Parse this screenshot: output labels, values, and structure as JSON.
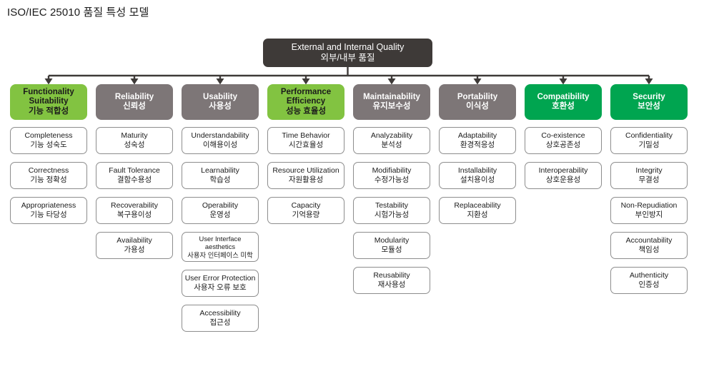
{
  "page": {
    "title": "ISO/IEC 25010 품질 특성 모델"
  },
  "colors": {
    "root": "#3e3a38",
    "light_green": "#82c341",
    "gray": "#7d7677",
    "bright_green": "#00a550",
    "box_border": "#8d8d8d",
    "connector": "#3e3a38",
    "text_dark": "#1b1b1b",
    "text_light": "#ffffff"
  },
  "root": {
    "en": "External and Internal Quality",
    "ko": "외부/내부 품질"
  },
  "categories": [
    {
      "id": "functionality-suitability",
      "en": "Functionality Suitability",
      "ko": "기능 적합성",
      "color": "#82c341",
      "text_color": "dark",
      "children": [
        {
          "en": "Completeness",
          "ko": "기능 성숙도"
        },
        {
          "en": "Correctness",
          "ko": "기능 정확성"
        },
        {
          "en": "Appropriateness",
          "ko": "기능 타당성"
        }
      ]
    },
    {
      "id": "reliability",
      "en": "Reliability",
      "ko": "신뢰성",
      "color": "#7d7677",
      "text_color": "light",
      "children": [
        {
          "en": "Maturity",
          "ko": "성숙성"
        },
        {
          "en": "Fault Tolerance",
          "ko": "결함수용성"
        },
        {
          "en": "Recoverability",
          "ko": "복구용이성"
        },
        {
          "en": "Availability",
          "ko": "가용성"
        }
      ]
    },
    {
      "id": "usability",
      "en": "Usability",
      "ko": "사용성",
      "color": "#7d7677",
      "text_color": "light",
      "children": [
        {
          "en": "Understandability",
          "ko": "이해용이성"
        },
        {
          "en": "Learnability",
          "ko": "학습성"
        },
        {
          "en": "Operability",
          "ko": "운영성"
        },
        {
          "en": "User Interface aesthetics",
          "ko": "사용자 인터페이스 미학",
          "small": true
        },
        {
          "en": "User Error Protection",
          "ko": "사용자 오류 보호"
        },
        {
          "en": "Accessibility",
          "ko": "접근성"
        }
      ]
    },
    {
      "id": "performance-efficiency",
      "en": "Performance Efficiency",
      "ko": "성능 효율성",
      "color": "#82c341",
      "text_color": "dark",
      "children": [
        {
          "en": "Time Behavior",
          "ko": "시간효율성"
        },
        {
          "en": "Resource Utilization",
          "ko": "자원활용성"
        },
        {
          "en": "Capacity",
          "ko": "기억용량"
        }
      ]
    },
    {
      "id": "maintainability",
      "en": "Maintainability",
      "ko": "유지보수성",
      "color": "#7d7677",
      "text_color": "light",
      "children": [
        {
          "en": "Analyzability",
          "ko": "분석성"
        },
        {
          "en": "Modifiability",
          "ko": "수정가능성"
        },
        {
          "en": "Testability",
          "ko": "시험가능성"
        },
        {
          "en": "Modularity",
          "ko": "모듈성"
        },
        {
          "en": "Reusability",
          "ko": "재사용성"
        }
      ]
    },
    {
      "id": "portability",
      "en": "Portability",
      "ko": "이식성",
      "color": "#7d7677",
      "text_color": "light",
      "children": [
        {
          "en": "Adaptability",
          "ko": "환경적응성"
        },
        {
          "en": "Installability",
          "ko": "설치용이성"
        },
        {
          "en": "Replaceability",
          "ko": "지환성"
        }
      ]
    },
    {
      "id": "compatibility",
      "en": "Compatibility",
      "ko": "호환성",
      "color": "#00a550",
      "text_color": "light",
      "children": [
        {
          "en": "Co-existence",
          "ko": "상호공존성"
        },
        {
          "en": "Interoperability",
          "ko": "상호운용성"
        }
      ]
    },
    {
      "id": "security",
      "en": "Security",
      "ko": "보안성",
      "color": "#00a550",
      "text_color": "light",
      "children": [
        {
          "en": "Confidentiality",
          "ko": "기밀성"
        },
        {
          "en": "Integrity",
          "ko": "무결성"
        },
        {
          "en": "Non-Repudiation",
          "ko": "부인방지"
        },
        {
          "en": "Accountability",
          "ko": "책임성"
        },
        {
          "en": "Authenticity",
          "ko": "인증성"
        }
      ]
    }
  ]
}
